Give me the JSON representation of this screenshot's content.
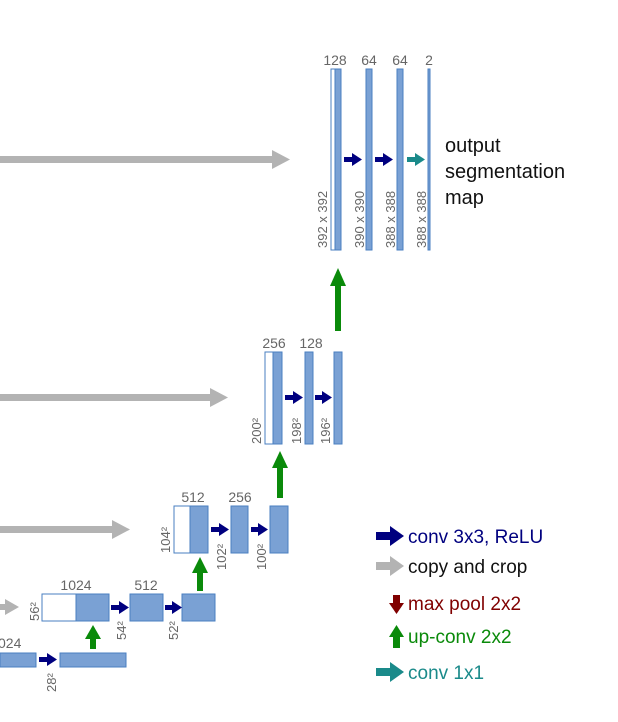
{
  "colors": {
    "block_fill": "#7aa1d4",
    "block_stroke": "#4a7fc1",
    "copy_block_fill": "#ffffff",
    "conv_arrow": "#00007f",
    "copy_arrow": "#b3b3b3",
    "pool_arrow": "#800000",
    "upconv_arrow": "#0a8a0a",
    "conv1x1_arrow": "#1a8a8a",
    "label_gray": "#666666"
  },
  "stage_top": {
    "channels": [
      "128",
      "64",
      "64",
      "2"
    ],
    "sizes": [
      "392 x 392",
      "390 x 390",
      "388 x 388",
      "388 x 388"
    ],
    "output_label": [
      "output",
      "segmentation",
      "map"
    ]
  },
  "stage_2": {
    "channels": [
      "256",
      "128"
    ],
    "sizes": [
      "200²",
      "198²",
      "196²"
    ]
  },
  "stage_3": {
    "channels": [
      "512",
      "256"
    ],
    "sizes": [
      "104²",
      "102²",
      "100²"
    ]
  },
  "stage_4": {
    "channels": [
      "1024",
      "512"
    ],
    "sizes": [
      "56²",
      "54²",
      "52²"
    ]
  },
  "bottom": {
    "channels": [
      "024"
    ],
    "sizes": [
      "28²"
    ]
  },
  "legend": {
    "conv": "conv 3x3, ReLU",
    "copy": "copy and crop",
    "pool": "max pool 2x2",
    "upconv": "up-conv 2x2",
    "conv1x1": "conv 1x1"
  }
}
